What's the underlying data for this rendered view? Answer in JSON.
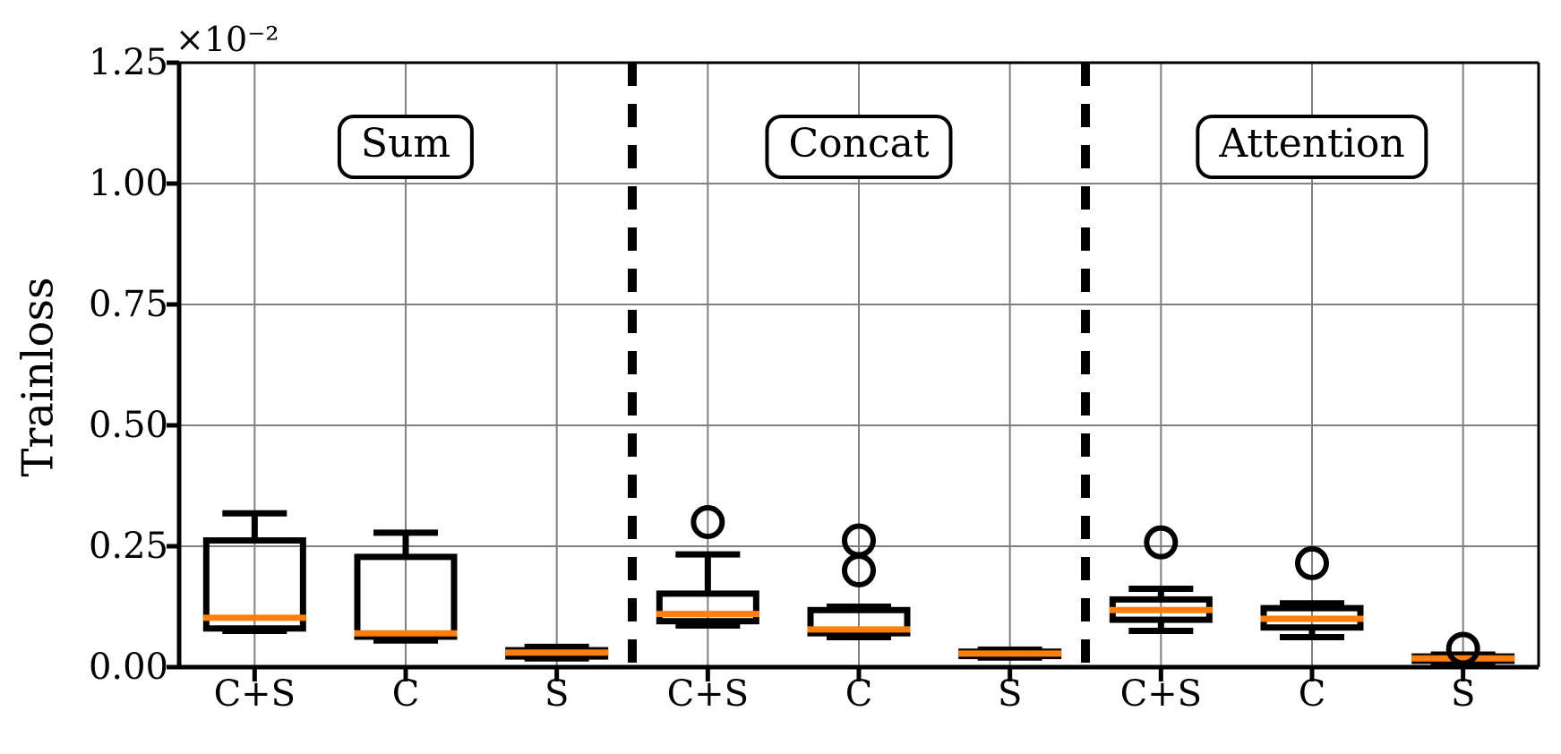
{
  "chart_data": {
    "type": "box",
    "title": "",
    "xlabel": "",
    "ylabel": "Trainloss",
    "y_offset_text": "×10⁻²",
    "y_offset_factor": 0.01,
    "ylim": [
      0.0,
      1.25
    ],
    "yticks": [
      "0.00",
      "0.25",
      "0.50",
      "0.75",
      "1.00",
      "1.25"
    ],
    "ytick_values": [
      0.0,
      0.25,
      0.5,
      0.75,
      1.0,
      1.25
    ],
    "grid": true,
    "legend": "none",
    "group_labels": [
      "Sum",
      "Concat",
      "Attention"
    ],
    "group_separators": 2,
    "categories": [
      "C+S",
      "C",
      "S",
      "C+S",
      "C",
      "S",
      "C+S",
      "C",
      "S"
    ],
    "boxes": [
      {
        "group": "Sum",
        "category": "C+S",
        "whisker_low": 0.075,
        "q1": 0.08,
        "median": 0.102,
        "q3": 0.262,
        "whisker_high": 0.318,
        "outliers": []
      },
      {
        "group": "Sum",
        "category": "C",
        "whisker_low": 0.055,
        "q1": 0.063,
        "median": 0.07,
        "q3": 0.228,
        "whisker_high": 0.278,
        "outliers": []
      },
      {
        "group": "Sum",
        "category": "S",
        "whisker_low": 0.018,
        "q1": 0.022,
        "median": 0.03,
        "q3": 0.035,
        "whisker_high": 0.042,
        "outliers": []
      },
      {
        "group": "Concat",
        "category": "C+S",
        "whisker_low": 0.086,
        "q1": 0.095,
        "median": 0.11,
        "q3": 0.152,
        "whisker_high": 0.233,
        "outliers": [
          0.3
        ]
      },
      {
        "group": "Concat",
        "category": "C",
        "whisker_low": 0.062,
        "q1": 0.07,
        "median": 0.078,
        "q3": 0.118,
        "whisker_high": 0.125,
        "outliers": [
          0.262,
          0.2
        ]
      },
      {
        "group": "Concat",
        "category": "S",
        "whisker_low": 0.02,
        "q1": 0.023,
        "median": 0.028,
        "q3": 0.032,
        "whisker_high": 0.036,
        "outliers": []
      },
      {
        "group": "Attention",
        "category": "C+S",
        "whisker_low": 0.075,
        "q1": 0.098,
        "median": 0.118,
        "q3": 0.14,
        "whisker_high": 0.162,
        "outliers": [
          0.258
        ]
      },
      {
        "group": "Attention",
        "category": "C",
        "whisker_low": 0.062,
        "q1": 0.082,
        "median": 0.1,
        "q3": 0.122,
        "whisker_high": 0.132,
        "outliers": [
          0.215
        ]
      },
      {
        "group": "Attention",
        "category": "S",
        "whisker_low": 0.01,
        "q1": 0.013,
        "median": 0.018,
        "q3": 0.022,
        "whisker_high": 0.026,
        "outliers": [
          0.038
        ]
      }
    ],
    "colors": {
      "box_edge": "#000000",
      "median": "#ff7f0e",
      "grid": "#808080",
      "axis": "#000000",
      "separator": "#000000",
      "outlier_edge": "#000000",
      "background": "#ffffff"
    }
  }
}
